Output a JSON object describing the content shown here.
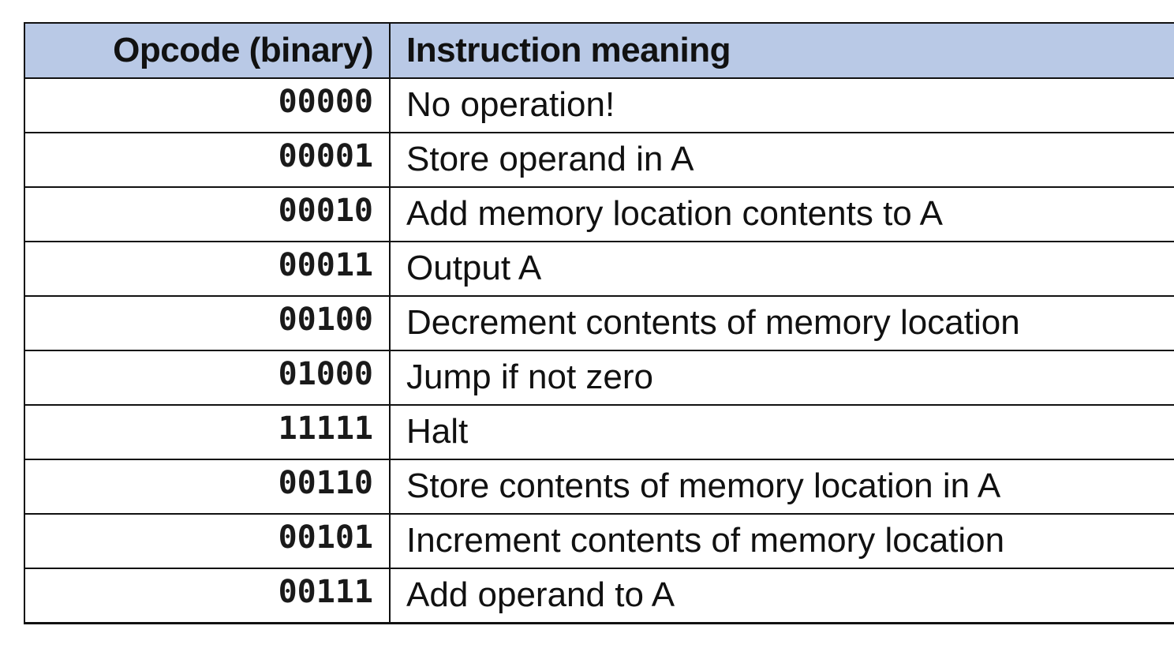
{
  "table": {
    "headers": {
      "opcode": "Opcode (binary)",
      "meaning": "Instruction meaning"
    },
    "rows": [
      {
        "opcode": "00000",
        "meaning": "No operation!"
      },
      {
        "opcode": "00001",
        "meaning": "Store operand in A"
      },
      {
        "opcode": "00010",
        "meaning": "Add memory location contents to A"
      },
      {
        "opcode": "00011",
        "meaning": "Output A"
      },
      {
        "opcode": "00100",
        "meaning": "Decrement contents of memory location"
      },
      {
        "opcode": "01000",
        "meaning": "Jump if not zero"
      },
      {
        "opcode": "11111",
        "meaning": "Halt"
      },
      {
        "opcode": "00110",
        "meaning": "Store contents of memory location in A"
      },
      {
        "opcode": "00101",
        "meaning": "Increment contents of memory location"
      },
      {
        "opcode": "00111",
        "meaning": "Add operand to A"
      }
    ]
  },
  "colors": {
    "header_background": "#b9c9e6",
    "grid_lines": "#111111"
  }
}
